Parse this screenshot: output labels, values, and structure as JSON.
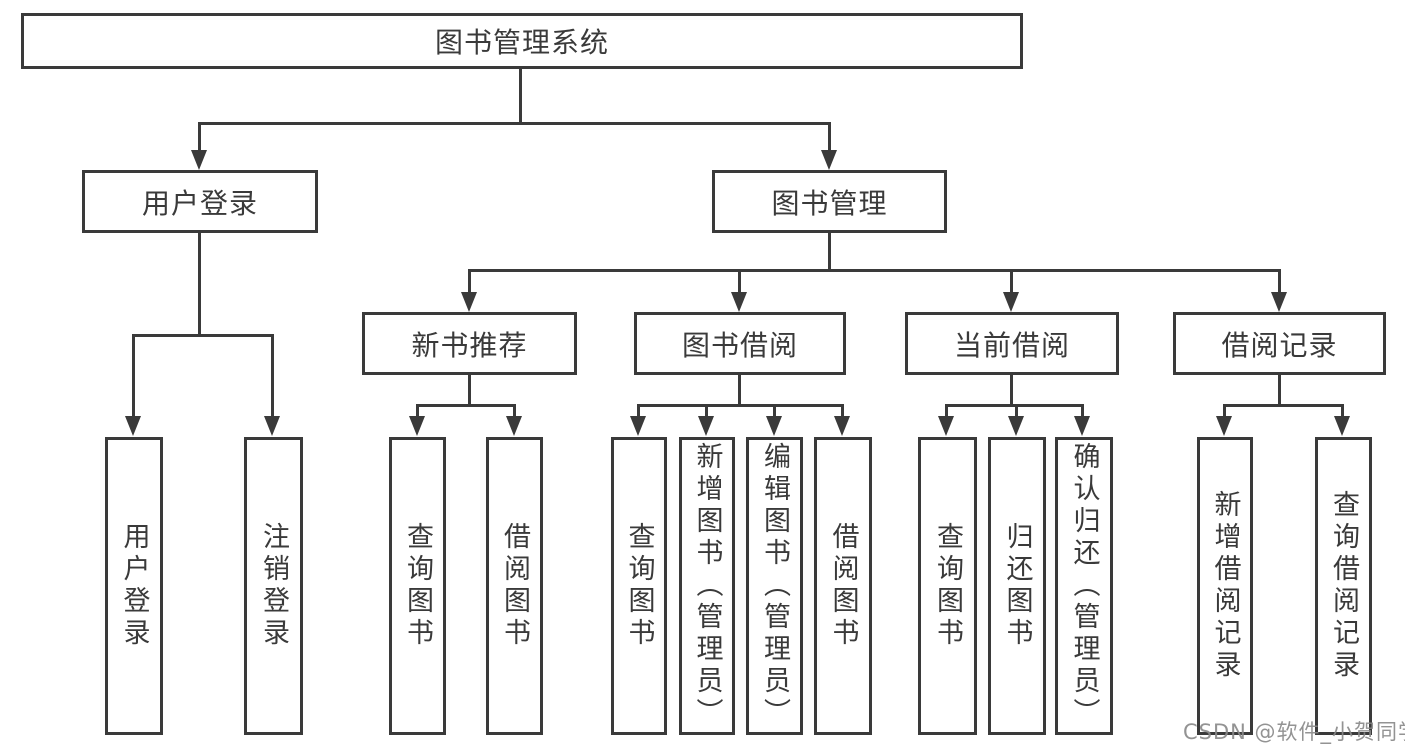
{
  "diagram": {
    "title": "图书管理系统",
    "watermark": "CSDN @软件_小贺同学",
    "colors": {
      "line": "#3a3a3a",
      "text": "#3a3a3a",
      "background": "#ffffff",
      "watermark": "#8a8a8a"
    },
    "tree": {
      "label": "图书管理系统",
      "children": [
        {
          "label": "用户登录",
          "children": [
            {
              "label": "用户登录"
            },
            {
              "label": "注销登录"
            }
          ]
        },
        {
          "label": "图书管理",
          "children": [
            {
              "label": "新书推荐",
              "children": [
                {
                  "label": "查询图书"
                },
                {
                  "label": "借阅图书"
                }
              ]
            },
            {
              "label": "图书借阅",
              "children": [
                {
                  "label": "查询图书"
                },
                {
                  "label": "新增图书（管理员）"
                },
                {
                  "label": "编辑图书（管理员）"
                },
                {
                  "label": "借阅图书"
                }
              ]
            },
            {
              "label": "当前借阅",
              "children": [
                {
                  "label": "查询图书"
                },
                {
                  "label": "归还图书"
                },
                {
                  "label": "确认归还（管理员）"
                }
              ]
            },
            {
              "label": "借阅记录",
              "children": [
                {
                  "label": "新增借阅记录"
                },
                {
                  "label": "查询借阅记录"
                }
              ]
            }
          ]
        }
      ]
    }
  }
}
